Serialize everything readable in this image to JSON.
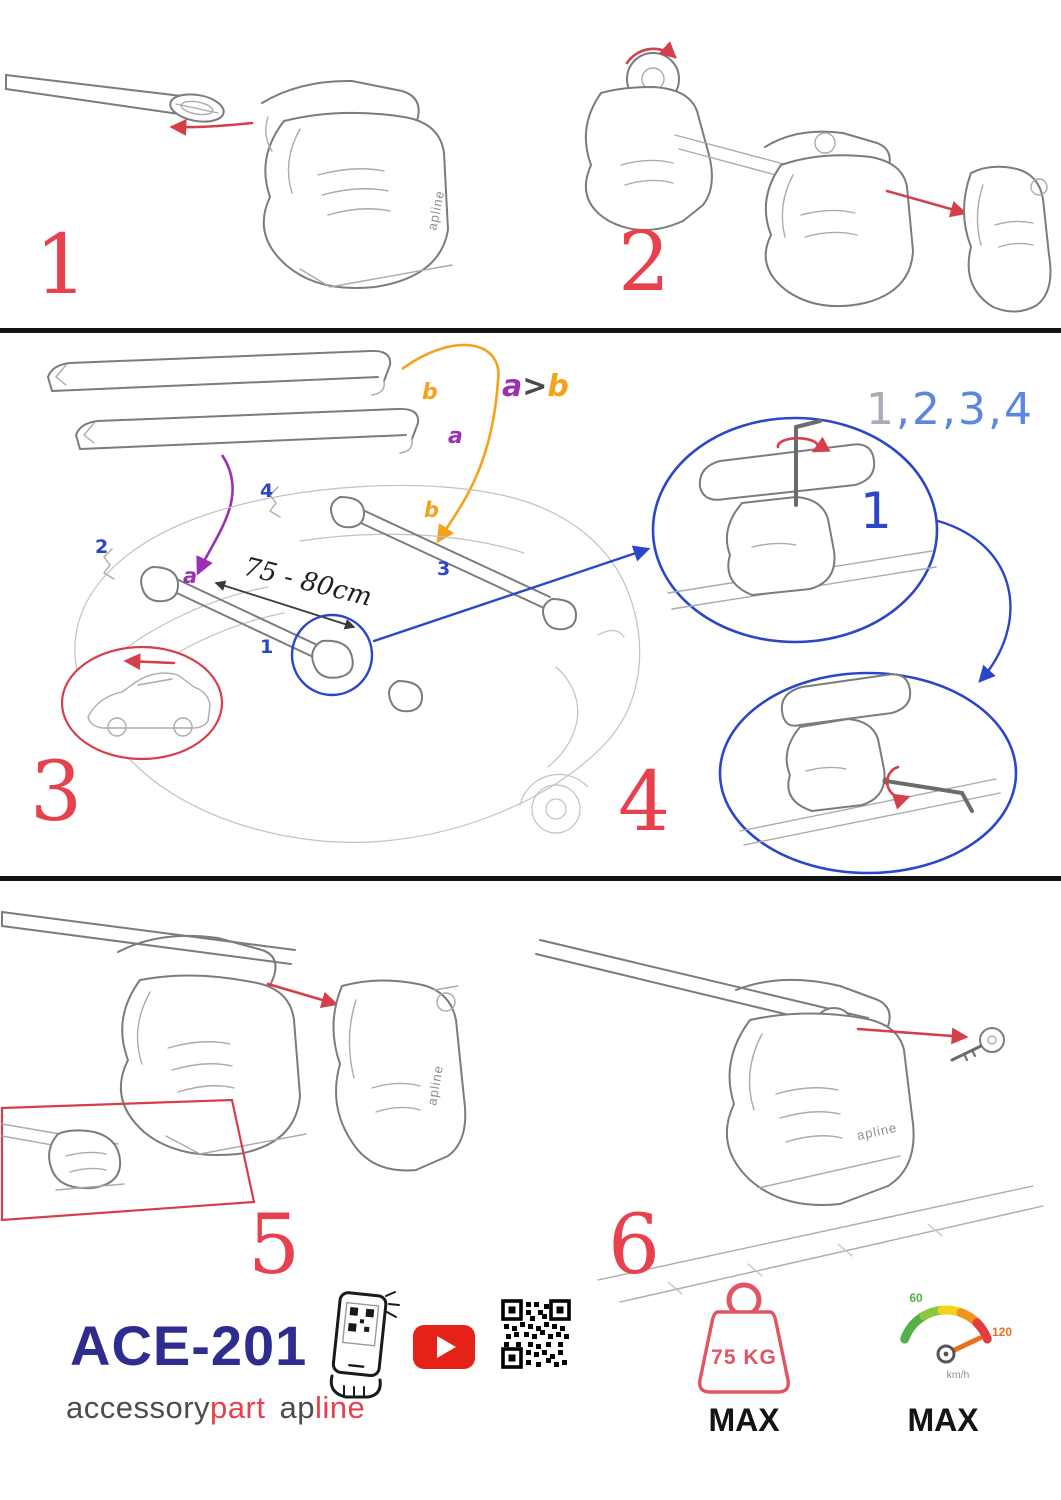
{
  "steps": {
    "step1": "1",
    "step2": "2",
    "step3": "3",
    "step4": "4",
    "step5": "5",
    "step6": "6"
  },
  "bars": {
    "top_bar_label": "b",
    "bottom_bar_label": "a",
    "compare_a": "a",
    "compare_gt": ">",
    "compare_b": "b"
  },
  "roof": {
    "length_range": "75 - 80cm",
    "label_4": "4",
    "label_2": "2",
    "label_a": "a",
    "label_b": "b",
    "label_3": "3",
    "label_1": "1"
  },
  "details": {
    "sequence_first": "1",
    "sequence_rest": ",2,3,4",
    "step_number": "1"
  },
  "foot_logo": "apline",
  "footer": {
    "model": "ACE-201",
    "brand_accessory": "accessory",
    "brand_part": "part",
    "brand_ap": "ap",
    "brand_line": "line",
    "weight_value": "75 KG",
    "weight_max": "MAX",
    "speed_60": "60",
    "speed_120": "120",
    "speed_unit": "km/h",
    "speed_max": "MAX"
  },
  "colors": {
    "step_red": "#e8414d",
    "arrow_red": "#d43f4a",
    "blue": "#2b46c8",
    "light_blue": "#5c86e0",
    "gray_number": "#a6adb6",
    "purple": "#9b30b5",
    "orange": "#f5a21b",
    "navy": "#2e2c8e",
    "brand_gray": "#4c4c4c",
    "youtube_red": "#e62117",
    "weight_red": "#e05563",
    "speed_green": "#56b04a",
    "speed_orange": "#e8701a"
  }
}
